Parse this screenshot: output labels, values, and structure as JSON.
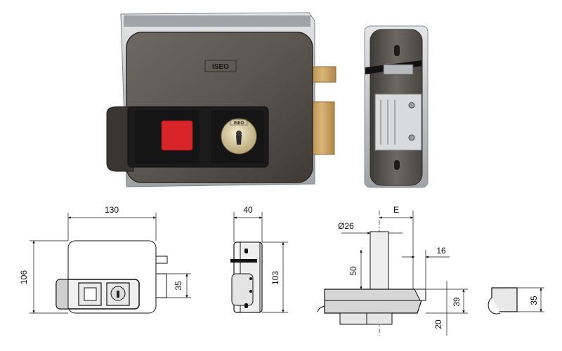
{
  "photo": {
    "brand_logo": "ISEO",
    "cylinder_logo": "ISEO",
    "colors": {
      "body": "#5b5550",
      "plate": "#c9ccce",
      "bolt": "#c9a15a",
      "button": "#d9252a",
      "panel": "#1b1b1b",
      "cylinder": "#d8cba2"
    }
  },
  "dimensions": {
    "width": "130",
    "height": "106",
    "bolt_height": "35",
    "depth": "40",
    "side_height": "103",
    "cylinder_diameter": "Ø26",
    "backset": "E",
    "projection": "16",
    "cylinder_length": "50",
    "body_depth": "39",
    "base": "20",
    "keeper_height": "35"
  }
}
